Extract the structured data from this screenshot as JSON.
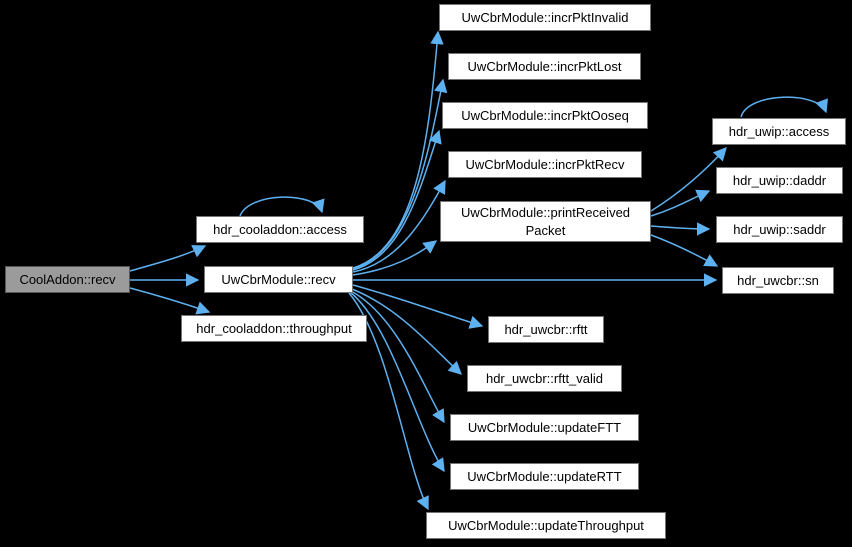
{
  "diagram": {
    "kind": "doxygen-call-graph",
    "colors": {
      "background": "#000000",
      "edge": "#5eb1f0",
      "node_fill": "#ffffff",
      "node_border": "#747474",
      "highlight_fill": "#9b9b9b",
      "text": "#000000"
    },
    "nodes": [
      {
        "id": "cooladdon-recv",
        "label": "CoolAddon::recv",
        "highlighted": true
      },
      {
        "id": "hdr-cooladdon-access",
        "label": "hdr_cooladdon::access",
        "highlighted": false
      },
      {
        "id": "uwcbrmodule-recv",
        "label": "UwCbrModule::recv",
        "highlighted": false
      },
      {
        "id": "hdr-cooladdon-throughput",
        "label": "hdr_cooladdon::throughput",
        "highlighted": false
      },
      {
        "id": "incr-pkt-invalid",
        "label": "UwCbrModule::incrPktInvalid",
        "highlighted": false
      },
      {
        "id": "incr-pkt-lost",
        "label": "UwCbrModule::incrPktLost",
        "highlighted": false
      },
      {
        "id": "incr-pkt-ooseq",
        "label": "UwCbrModule::incrPktOoseq",
        "highlighted": false
      },
      {
        "id": "incr-pkt-recv",
        "label": "UwCbrModule::incrPktRecv",
        "highlighted": false
      },
      {
        "id": "print-received-packet",
        "label": "UwCbrModule::printReceived\nPacket",
        "highlighted": false
      },
      {
        "id": "hdr-uwip-access",
        "label": "hdr_uwip::access",
        "highlighted": false
      },
      {
        "id": "hdr-uwip-daddr",
        "label": "hdr_uwip::daddr",
        "highlighted": false
      },
      {
        "id": "hdr-uwip-saddr",
        "label": "hdr_uwip::saddr",
        "highlighted": false
      },
      {
        "id": "hdr-uwcbr-sn",
        "label": "hdr_uwcbr::sn",
        "highlighted": false
      },
      {
        "id": "hdr-uwcbr-rftt",
        "label": "hdr_uwcbr::rftt",
        "highlighted": false
      },
      {
        "id": "hdr-uwcbr-rftt-valid",
        "label": "hdr_uwcbr::rftt_valid",
        "highlighted": false
      },
      {
        "id": "update-ftt",
        "label": "UwCbrModule::updateFTT",
        "highlighted": false
      },
      {
        "id": "update-rtt",
        "label": "UwCbrModule::updateRTT",
        "highlighted": false
      },
      {
        "id": "update-throughput",
        "label": "UwCbrModule::updateThroughput",
        "highlighted": false
      }
    ],
    "edges": [
      {
        "from": "cooladdon-recv",
        "to": "hdr-cooladdon-access"
      },
      {
        "from": "cooladdon-recv",
        "to": "uwcbrmodule-recv"
      },
      {
        "from": "cooladdon-recv",
        "to": "hdr-cooladdon-throughput"
      },
      {
        "from": "hdr-cooladdon-access",
        "to": "hdr-cooladdon-access"
      },
      {
        "from": "uwcbrmodule-recv",
        "to": "incr-pkt-invalid"
      },
      {
        "from": "uwcbrmodule-recv",
        "to": "incr-pkt-lost"
      },
      {
        "from": "uwcbrmodule-recv",
        "to": "incr-pkt-ooseq"
      },
      {
        "from": "uwcbrmodule-recv",
        "to": "incr-pkt-recv"
      },
      {
        "from": "uwcbrmodule-recv",
        "to": "print-received-packet"
      },
      {
        "from": "uwcbrmodule-recv",
        "to": "hdr-uwcbr-sn"
      },
      {
        "from": "uwcbrmodule-recv",
        "to": "hdr-uwcbr-rftt"
      },
      {
        "from": "uwcbrmodule-recv",
        "to": "hdr-uwcbr-rftt-valid"
      },
      {
        "from": "uwcbrmodule-recv",
        "to": "update-ftt"
      },
      {
        "from": "uwcbrmodule-recv",
        "to": "update-rtt"
      },
      {
        "from": "uwcbrmodule-recv",
        "to": "update-throughput"
      },
      {
        "from": "print-received-packet",
        "to": "hdr-uwip-access"
      },
      {
        "from": "print-received-packet",
        "to": "hdr-uwip-daddr"
      },
      {
        "from": "print-received-packet",
        "to": "hdr-uwip-saddr"
      },
      {
        "from": "print-received-packet",
        "to": "hdr-uwcbr-sn"
      },
      {
        "from": "hdr-uwip-access",
        "to": "hdr-uwip-access"
      }
    ]
  }
}
